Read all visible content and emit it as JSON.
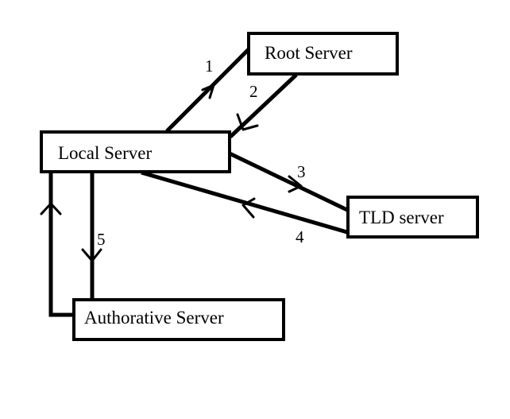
{
  "nodes": {
    "root": {
      "label": "Root Server"
    },
    "local": {
      "label": "Local Server"
    },
    "tld": {
      "label": "TLD server"
    },
    "auth": {
      "label": "Authorative Server"
    }
  },
  "edges": {
    "step1": {
      "label": "1"
    },
    "step2": {
      "label": "2"
    },
    "step3": {
      "label": "3"
    },
    "step4": {
      "label": "4"
    },
    "step5": {
      "label": "5"
    }
  }
}
